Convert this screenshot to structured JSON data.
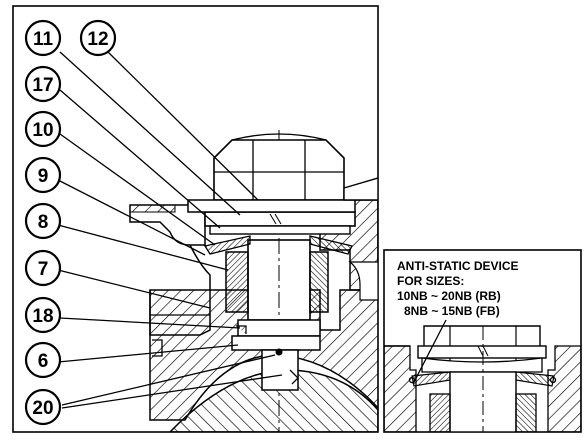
{
  "callouts": {
    "c11": "11",
    "c12": "12",
    "c17": "17",
    "c10": "10",
    "c9": "9",
    "c8": "8",
    "c7": "7",
    "c18": "18",
    "c6": "6",
    "c20": "20"
  },
  "note": {
    "line1": "ANTI-STATIC DEVICE",
    "line2": "FOR SIZES:",
    "line3": "10NB ~ 20NB (RB)",
    "line4": "8NB ~ 15NB (FB)"
  }
}
